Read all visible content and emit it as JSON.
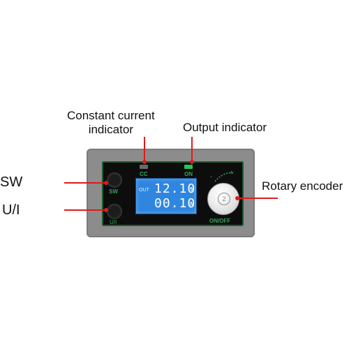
{
  "callouts": {
    "constant_current": "Constant current\nindicator",
    "output": "Output indicator",
    "rotary_encoder": "Rotary encoder",
    "sw": "SW",
    "ui": "U/I"
  },
  "device": {
    "button_sw_label": "SW",
    "button_ui_label": "U/I",
    "cc_led_label": "CC",
    "on_led_label": "ON",
    "knob_label": "ON/OFF",
    "encoder_minus": "-",
    "encoder_plus": "+",
    "knob_glyph": "2",
    "lcd": {
      "out_label": "OUT",
      "voltage": "12.10",
      "voltage_unit": "V",
      "current": "00.10",
      "current_unit": "A"
    }
  },
  "colors": {
    "lead": "#e01b1b",
    "panel_green": "#2fa65a",
    "lcd_blue": "#2f86e0"
  }
}
